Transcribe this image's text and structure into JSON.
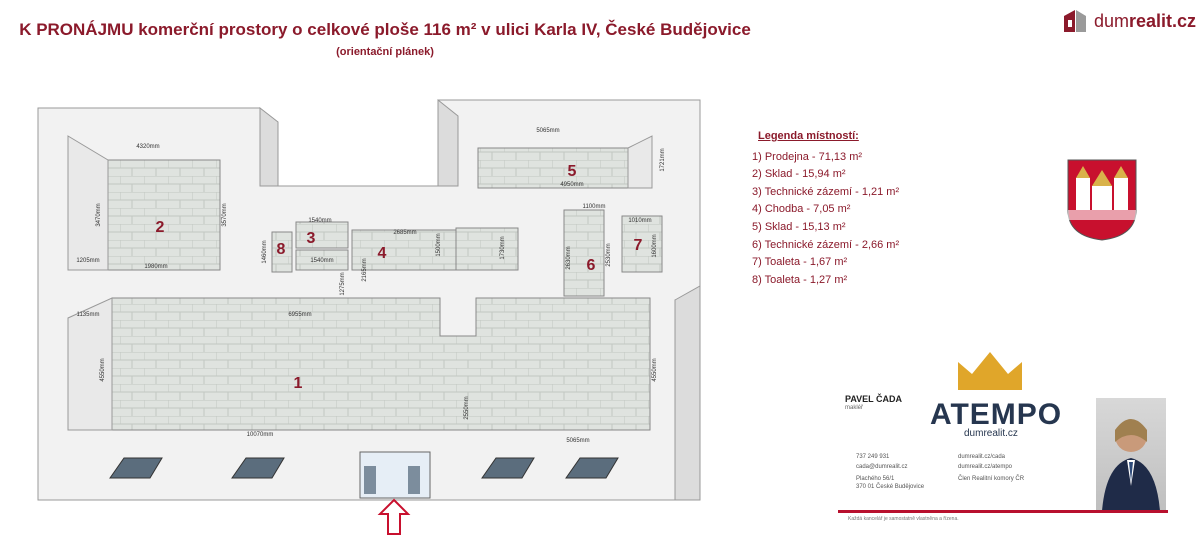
{
  "header": {
    "title": "K PRONÁJMU komerční prostory o celkové ploše 116 m² v ulici Karla IV, České Budějovice",
    "subtitle": "(orientační plánek)"
  },
  "brand": {
    "prefix": "dum",
    "suffix": "realit.cz"
  },
  "plan": {
    "rooms": [
      {
        "number": "1"
      },
      {
        "number": "2"
      },
      {
        "number": "3"
      },
      {
        "number": "4"
      },
      {
        "number": "5"
      },
      {
        "number": "6"
      },
      {
        "number": "7"
      },
      {
        "number": "8"
      }
    ],
    "dimensions": [
      "4320mm",
      "3470mm",
      "3570mm",
      "1205mm",
      "1980mm",
      "1540mm",
      "1460mm",
      "1540mm",
      "2685mm",
      "1500mm",
      "2165mm",
      "1275mm",
      "1730mm",
      "5065mm",
      "1721mm",
      "4950mm",
      "1100mm",
      "2630mm",
      "2530mm",
      "1010mm",
      "1600mm",
      "1135mm",
      "6955mm",
      "4550mm",
      "10070mm",
      "2550mm",
      "5065mm",
      "4550mm"
    ]
  },
  "legend": {
    "title": "Legenda místností:",
    "items": [
      "1) Prodejna - 71,13 m²",
      "2) Sklad - 15,94 m²",
      "3) Technické zázemí - 1,21 m²",
      "4) Chodba - 7,05 m²",
      "5) Sklad - 15,13 m²",
      "6) Technické zázemí - 2,66 m²",
      "7) Toaleta - 1,67 m²",
      "8) Toaleta - 1,27 m²"
    ]
  },
  "agent": {
    "name": "PAVEL ČADA",
    "role": "makléř",
    "company": "ATEMPO",
    "company_sub": "dumrealit.cz",
    "phone": "737 249 931",
    "email": "cada@dumrealit.cz",
    "address1": "Plachého 56/1",
    "address2": "370 01 České Budějovice",
    "web1": "dumrealit.cz/cada",
    "web2": "dumrealit.cz/atempo",
    "member": "Člen Realitní komory ČR",
    "footnote": "Každá kancelář je samostatně vlastněna a řízena."
  },
  "colors": {
    "accent": "#8b1a2b",
    "navy": "#26364f",
    "gold": "#e0a62a"
  }
}
